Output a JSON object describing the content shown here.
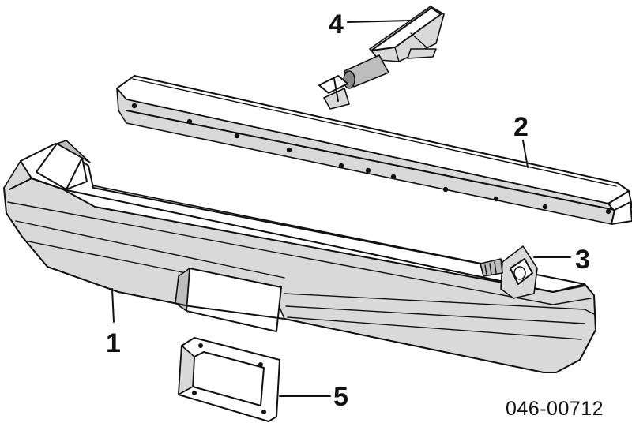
{
  "diagram": {
    "parts": [
      {
        "id": "bumper-cover",
        "callout": "1"
      },
      {
        "id": "reinforcement-bar",
        "callout": "2"
      },
      {
        "id": "bracket-clip",
        "callout": "3"
      },
      {
        "id": "energy-absorber",
        "callout": "4"
      },
      {
        "id": "license-plate-bracket",
        "callout": "5"
      }
    ],
    "reference_number": "046-00712"
  }
}
